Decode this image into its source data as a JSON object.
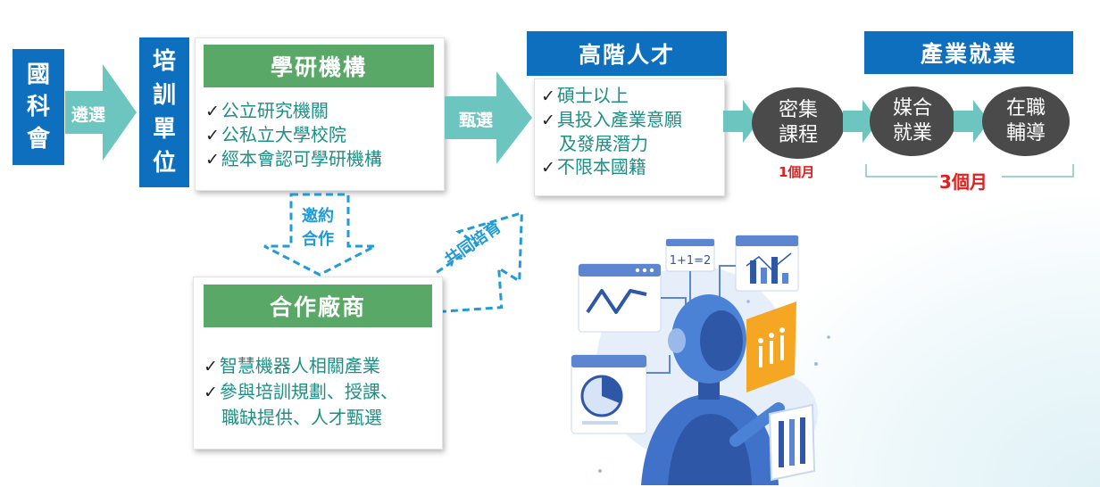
{
  "nsc": {
    "chars": [
      "國",
      "科",
      "會"
    ]
  },
  "select_arrow": {
    "label": "遴選"
  },
  "training_unit": {
    "chars": [
      "培",
      "訓",
      "單",
      "位"
    ]
  },
  "academic": {
    "title": "學研機構",
    "items": [
      "公立研究機關",
      "公私立大學校院",
      "經本會認可學研機構"
    ]
  },
  "screen_arrow": {
    "label": "甄選"
  },
  "talent": {
    "title": "高階人才",
    "items": [
      "碩士以上",
      "具投入產業意願",
      "不限本國籍"
    ],
    "item2_cont": "及發展潛力"
  },
  "intensive": {
    "line1": "密集",
    "line2": "課程",
    "note": "1個月"
  },
  "employment": {
    "title": "產業就業",
    "note": "3個月"
  },
  "matching": {
    "line1": "媒合",
    "line2": "就業"
  },
  "coaching": {
    "line1": "在職",
    "line2": "輔導"
  },
  "invite_arrow": {
    "line1": "邀約",
    "line2": "合作"
  },
  "co_train_arrow": {
    "label": "共同培育"
  },
  "partner": {
    "title": "合作廠商",
    "items": [
      "智慧機器人相關產業",
      "參與培訓規劃、授課、"
    ],
    "item2_cont": "職缺提供、人才甄選"
  },
  "illustration": {
    "formula": "1+1=2"
  },
  "check": "✓",
  "colors": {
    "blue": "#0f6fbf",
    "green": "#5aa867",
    "teal": "#6cc5bf",
    "text_teal": "#1e8f84",
    "red": "#e02020",
    "circle": "#4a4a4a"
  }
}
